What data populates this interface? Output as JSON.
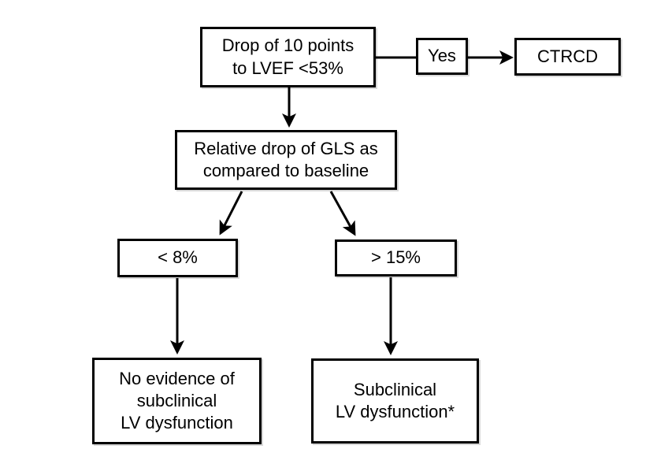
{
  "diagram": {
    "type": "flowchart",
    "colors": {
      "background": "#ffffff",
      "box_border": "#000000",
      "box_fill": "#ffffff",
      "text": "#000000",
      "arrow": "#000000"
    },
    "nodes": {
      "lvef_drop": {
        "label": "Drop of 10 points\nto LVEF <53%"
      },
      "yes": {
        "label": "Yes"
      },
      "ctrcd": {
        "label": "CTRCD"
      },
      "gls_drop": {
        "label": "Relative drop of GLS as\ncompared to baseline"
      },
      "gls_lt8": {
        "label": "< 8%"
      },
      "gls_gt15": {
        "label": "> 15%"
      },
      "no_evidence": {
        "label": "No evidence of\nsubclinical\nLV dysfunction"
      },
      "subclinical": {
        "label": "Subclinical\nLV dysfunction*"
      }
    },
    "edges": [
      {
        "from": "lvef_drop",
        "to": "yes",
        "arrowhead": false
      },
      {
        "from": "yes",
        "to": "ctrcd",
        "arrowhead": true
      },
      {
        "from": "lvef_drop",
        "to": "gls_drop",
        "arrowhead": true
      },
      {
        "from": "gls_drop",
        "to": "gls_lt8",
        "arrowhead": true
      },
      {
        "from": "gls_drop",
        "to": "gls_gt15",
        "arrowhead": true
      },
      {
        "from": "gls_lt8",
        "to": "no_evidence",
        "arrowhead": true
      },
      {
        "from": "gls_gt15",
        "to": "subclinical",
        "arrowhead": true
      }
    ]
  }
}
